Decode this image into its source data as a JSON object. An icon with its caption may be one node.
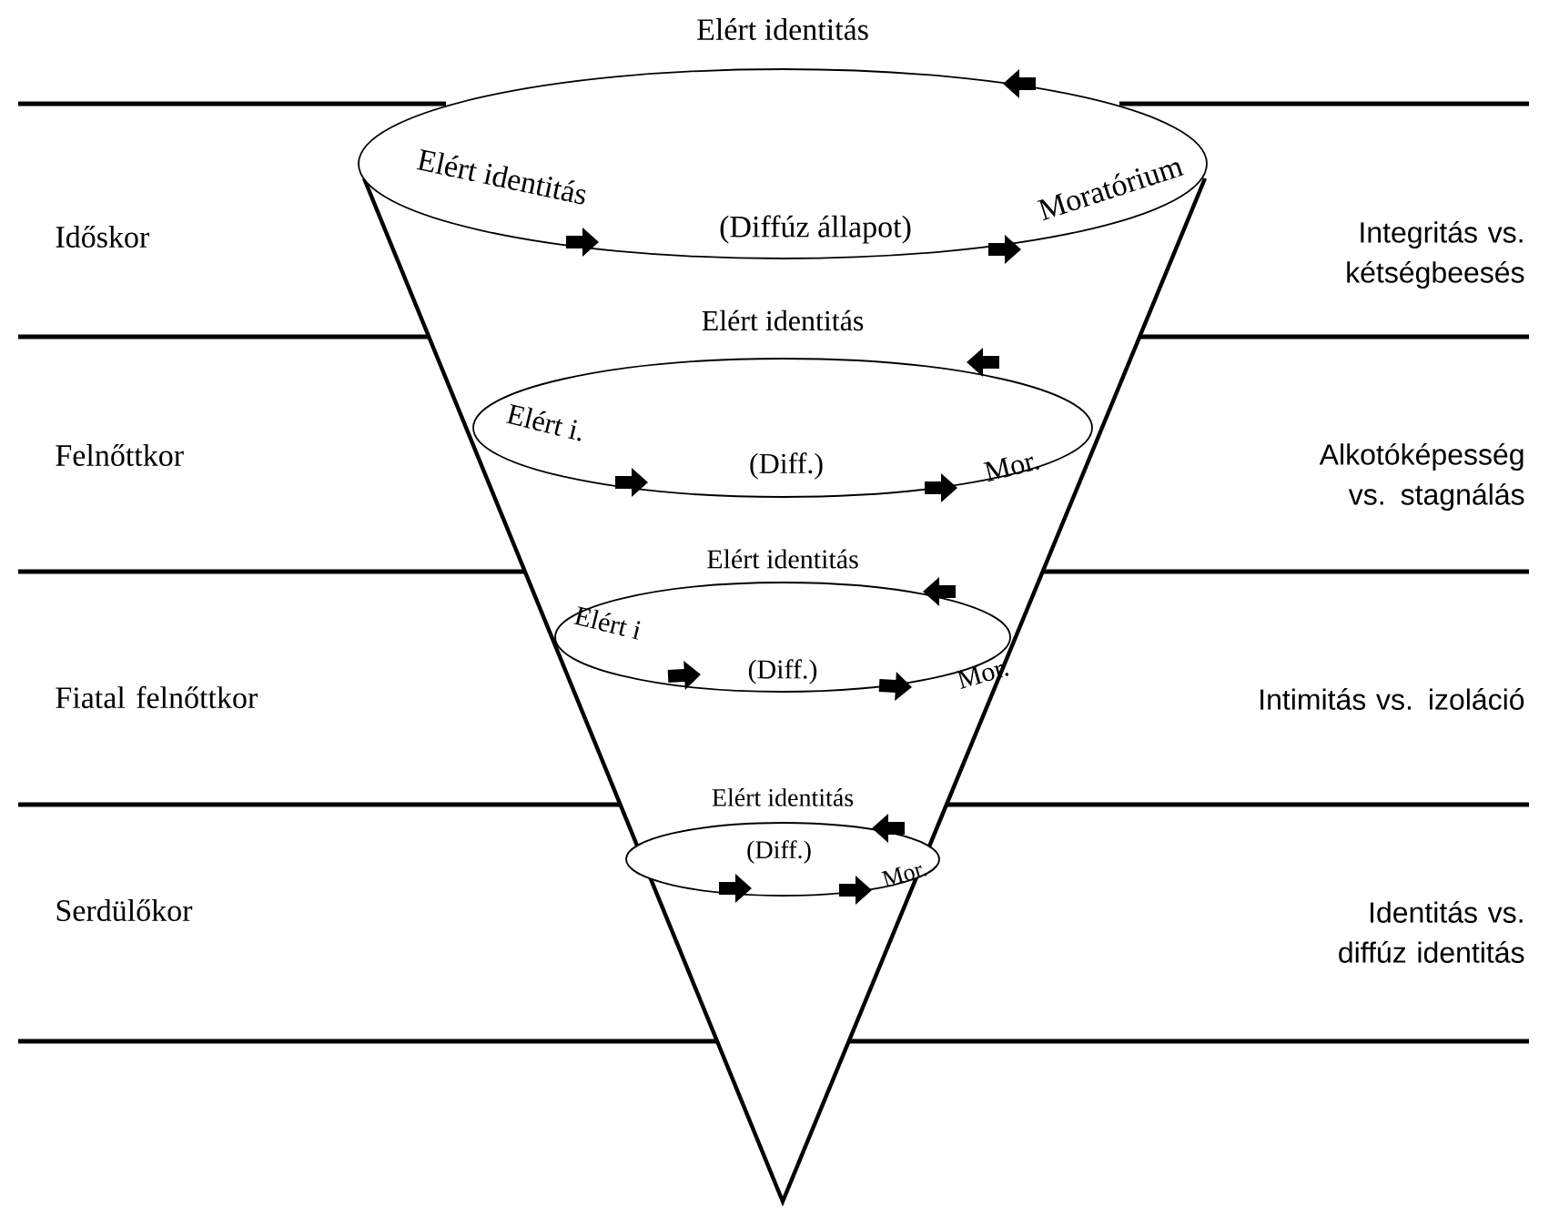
{
  "diagram": {
    "nodes": [
      {
        "text": [
          "Elért identitás",
          "Elért identitás",
          "(Diffúz állapot)",
          "Moratórium"
        ]
      },
      {
        "text": [
          "Elért identitás",
          "Elért i.",
          "(Diff.)",
          "Mor."
        ]
      },
      {
        "text": [
          "Elért identitás",
          "Elért i",
          "(Diff.)",
          "Mor."
        ]
      },
      {
        "text": [
          "Elért identitás",
          "(Diff.)",
          "Mor."
        ]
      }
    ],
    "labels": [
      "Időskor",
      "Integritás vs. kétségbeesés",
      "Felnőttkor",
      "Alkotóképesség vs. stagnálás",
      "Fiatal felnőttkor",
      "Intimitás vs. izoláció",
      "Serdülőkor",
      "Identitás vs. diffúz identitás"
    ]
  }
}
